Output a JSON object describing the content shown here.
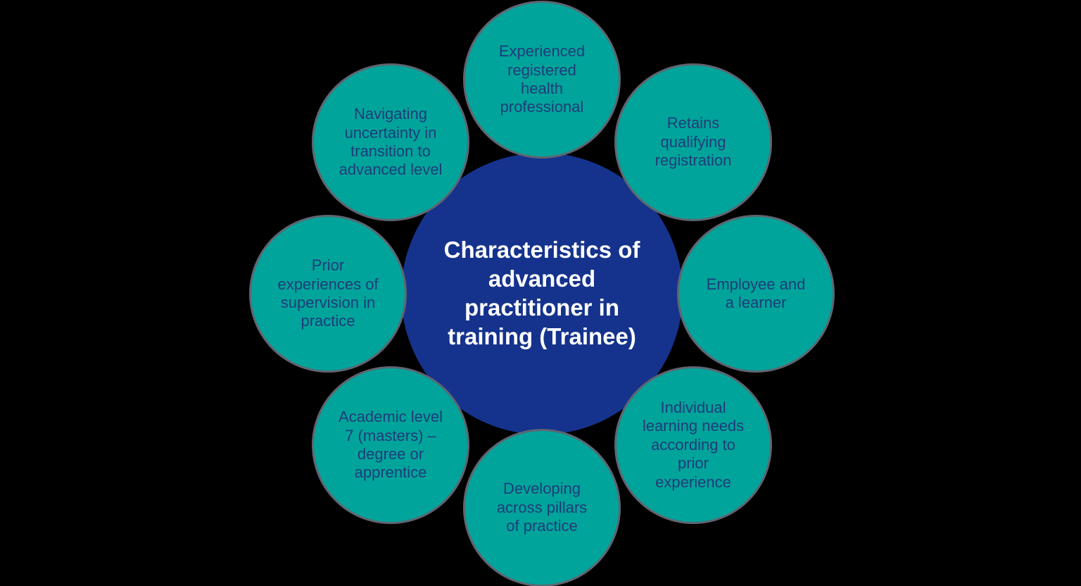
{
  "colors": {
    "background": "#000000",
    "bubble-fill": "#00A49B",
    "bubble-outline": "#5E6671",
    "bubble-text": "#1F3C78",
    "center-fill": "#15338C",
    "center-text": "#FFFFFF"
  },
  "center": {
    "title": "Characteristics of\nadvanced\npractitioner in\ntraining (Trainee)"
  },
  "satellites": [
    {
      "position": "top",
      "label": "Experienced\nregistered\nhealth\nprofessional"
    },
    {
      "position": "top-right",
      "label": "Retains\nqualifying\nregistration"
    },
    {
      "position": "right",
      "label": "Employee and\na learner"
    },
    {
      "position": "bottom-right",
      "label": "Individual\nlearning needs\naccording to\nprior\nexperience"
    },
    {
      "position": "bottom",
      "label": "Developing\nacross pillars\nof practice"
    },
    {
      "position": "bottom-left",
      "label": "Academic level\n7 (masters) –\ndegree or\napprentice"
    },
    {
      "position": "left",
      "label": "Prior\nexperiences of\nsupervision in\npractice"
    },
    {
      "position": "top-left",
      "label": "Navigating\nuncertainty in\ntransition to\nadvanced level"
    }
  ]
}
